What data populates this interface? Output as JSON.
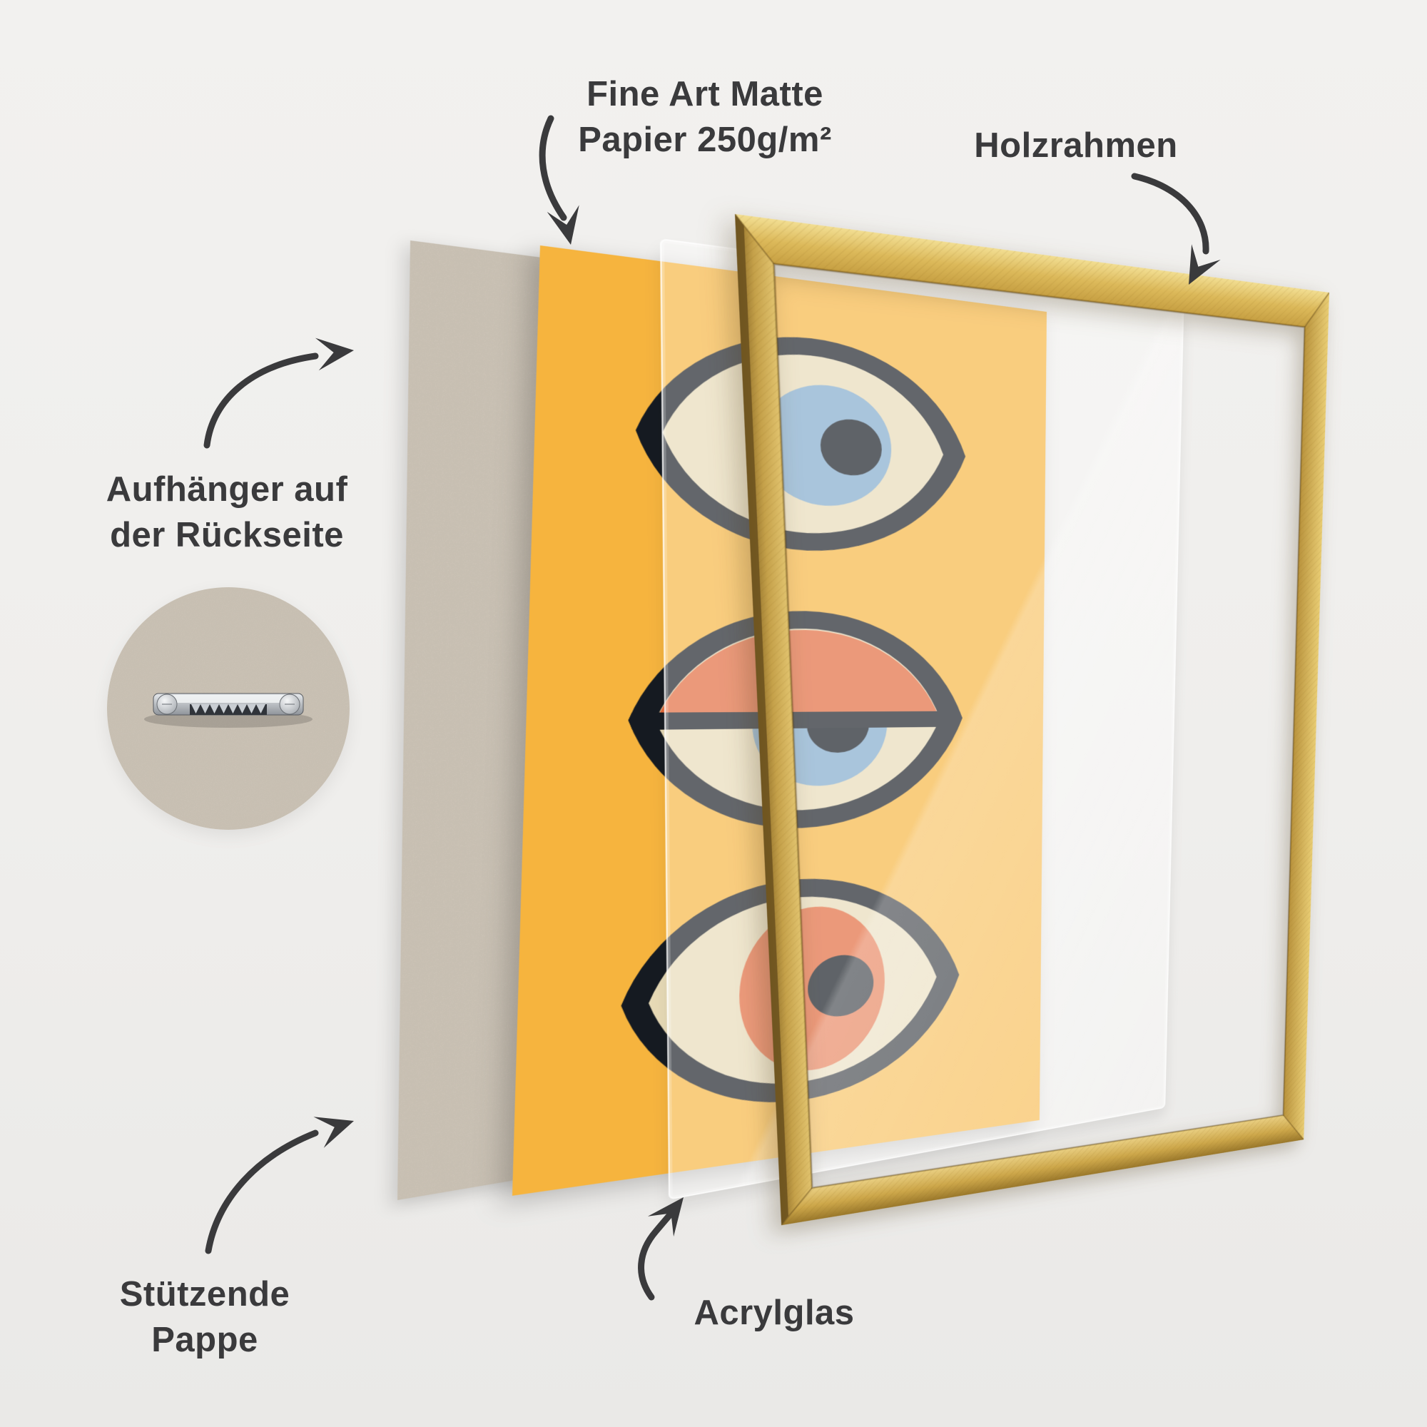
{
  "diagram": {
    "description": "Exploded-view product diagram of a framed art print: supporting cardboard with sawtooth hanger, fine art matte paper poster with three abstract eyes, acrylic glass pane and a gold wooden frame.",
    "language": "de"
  },
  "labels": {
    "paper_line1": "Fine Art Matte",
    "paper_line2": "Papier 250g/m²",
    "frame": "Holzrahmen",
    "hanger_line1": "Aufhänger auf",
    "hanger_line2": "der Rückseite",
    "cardboard_line1": "Stützende",
    "cardboard_line2": "Pappe",
    "acrylic": "Acrylglas"
  },
  "poster": {
    "artwork": "Drei abstrakte Augen auf gelbem Grund",
    "eyes": [
      {
        "position": "top",
        "style": "open",
        "iris": "blue",
        "pupil": "dark-gray"
      },
      {
        "position": "middle",
        "style": "half-closed",
        "lid": "orange",
        "iris": "blue",
        "pupil": "dark-gray"
      },
      {
        "position": "bottom",
        "style": "open",
        "iris": "orange",
        "pupil": "dark-gray"
      }
    ]
  },
  "colors": {
    "background": "#efeeec",
    "text": "#3a3a3c",
    "arrow": "#3a3a3c",
    "cardboard": "#d8cfc2",
    "poster_yellow": "#f6b43e",
    "eye_outline": "#151a21",
    "eye_sclera": "#e7dab6",
    "eye_blue": "#7ea8cb",
    "eye_orange": "#e26738",
    "eye_pupil": "#10161d",
    "acrylic_tint": "rgba(255,255,255,0.33)",
    "frame_gold": "#d9b85c",
    "frame_gold_light": "#eed984",
    "frame_gold_dark": "#b08a33",
    "frame_side": "#6e5420"
  }
}
